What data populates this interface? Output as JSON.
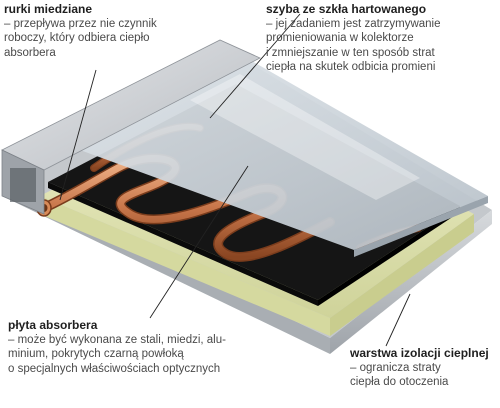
{
  "labels": {
    "copper_tubes": {
      "title": "rurki miedziane",
      "desc": "– przepływa przez nie czynnik\nroboczy, który odbiera ciepło\nabsorbera"
    },
    "glass": {
      "title": "szyba ze szkła hartowanego",
      "desc": "– jej zadaniem jest zatrzymywanie\npromieniowania w kolektorze\ni zmniejszanie w ten sposób strat\nciepła na skutek odbicia promieni"
    },
    "absorber": {
      "title": "płyta absorbera",
      "desc": "– może być wykonana ze stali, miedzi, alu-\nminium, pokrytych czarną powłoką\no specjalnych właściwościach optycznych"
    },
    "insulation": {
      "title": "warstwa izolacji cieplnej",
      "desc": "– ogranicza straty\nciepła do otoczenia"
    }
  },
  "colors": {
    "frame": "#c9ccd0",
    "glass": "#cfd6dc",
    "absorber": "#161616",
    "copper": "#c87a4e",
    "insulation": "#e3e6b8",
    "base": "#b9bdc2"
  },
  "icons": {
    "collector": "solar-thermal-collector-cutaway"
  }
}
